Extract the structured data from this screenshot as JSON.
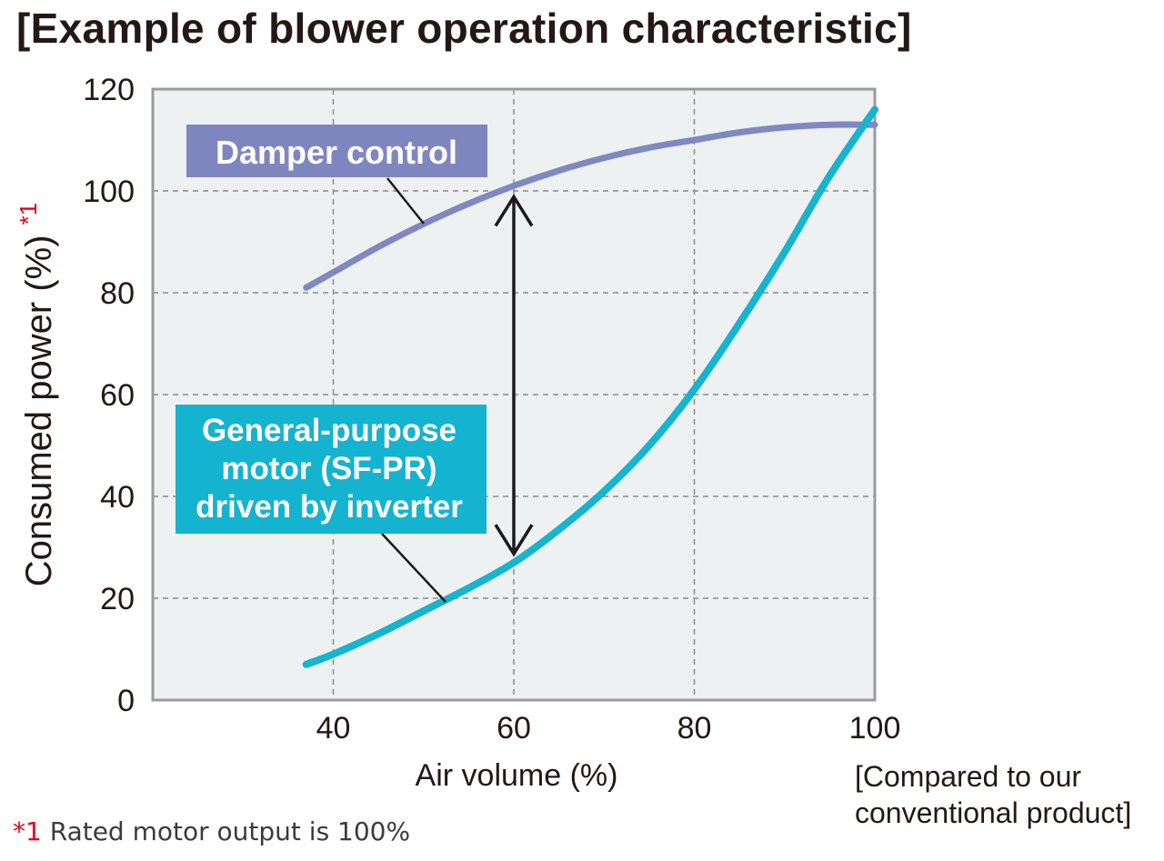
{
  "chart_data": {
    "type": "line",
    "title": "[Example of blower operation characteristic]",
    "xlabel": "Air volume (%)",
    "ylabel": "Consumed power (%)",
    "ylabel_note": "*1",
    "xlim": [
      20,
      100
    ],
    "ylim": [
      0,
      120
    ],
    "x_ticks": [
      "40",
      "60",
      "80",
      "100"
    ],
    "y_ticks": [
      "0",
      "20",
      "40",
      "60",
      "80",
      "100",
      "120"
    ],
    "grid": true,
    "series": [
      {
        "name": "Damper control",
        "color": "#8088c2",
        "x": [
          37,
          40,
          45,
          50,
          55,
          60,
          65,
          70,
          75,
          80,
          85,
          90,
          95,
          100
        ],
        "y": [
          81,
          84,
          89,
          93.5,
          97.5,
          101,
          104,
          106.5,
          108.5,
          110,
          111.5,
          112.5,
          113,
          113
        ]
      },
      {
        "name": "General-purpose motor (SF-PR) driven by inverter",
        "color": "#15b4cf",
        "x": [
          37,
          40,
          45,
          50,
          55,
          60,
          65,
          70,
          75,
          80,
          85,
          90,
          95,
          100
        ],
        "y": [
          7,
          9,
          13,
          17.5,
          22,
          27,
          33.5,
          41,
          50,
          61,
          74,
          88,
          103,
          116
        ]
      }
    ],
    "labels": {
      "damper": "Damper control",
      "inverter_line1": "General-purpose",
      "inverter_line2": "motor (SF-PR)",
      "inverter_line3": "driven by inverter"
    },
    "arrow": {
      "x": 60,
      "y_from": 28,
      "y_to": 101
    }
  },
  "comparison_line1": "[Compared to our",
  "comparison_line2": "conventional product]",
  "footnote_mark": "*1",
  "footnote_text": " Rated motor output is 100%"
}
